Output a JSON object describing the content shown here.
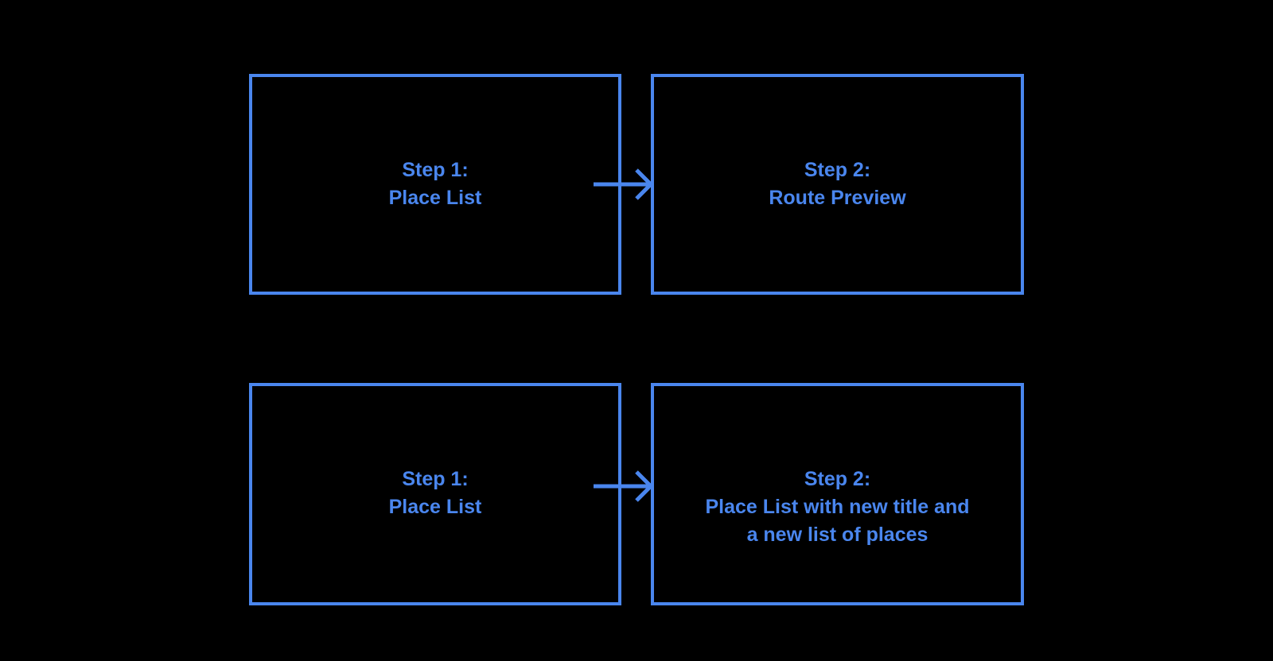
{
  "style": {
    "background": "#000000",
    "accent_blue": "#4a86ee"
  },
  "diagram": {
    "type": "flowchart",
    "rows": [
      {
        "connector": "arrow-right",
        "boxes": [
          {
            "id": "step1-place-list",
            "lines": [
              "Step 1:",
              "Place List"
            ]
          },
          {
            "id": "step2-route-preview",
            "lines": [
              "Step 2:",
              "Route Preview"
            ]
          }
        ]
      },
      {
        "connector": "arrow-right",
        "boxes": [
          {
            "id": "step1-place-list",
            "lines": [
              "Step 1:",
              "Place List"
            ]
          },
          {
            "id": "step2-place-list-new",
            "lines": [
              "Step 2:",
              "Place List with new title and",
              "a new list of places"
            ]
          }
        ]
      }
    ]
  }
}
